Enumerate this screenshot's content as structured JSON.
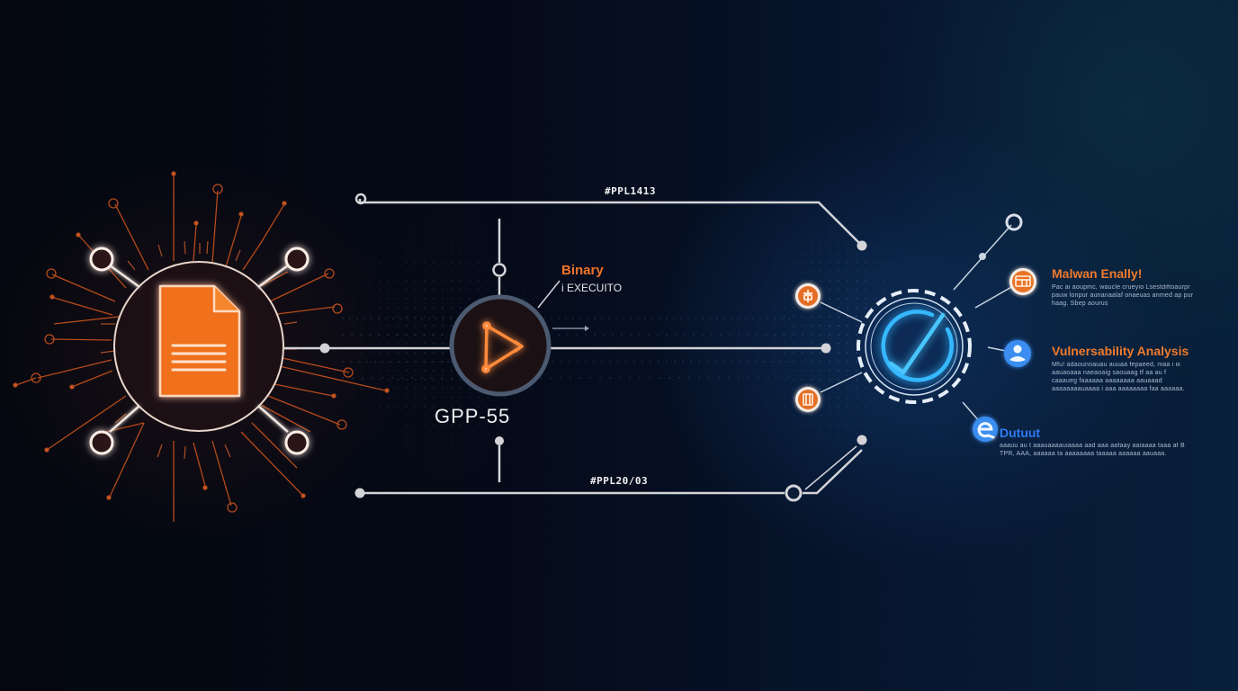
{
  "diagram": {
    "colors": {
      "background": "#050a18",
      "accent_orange": "#f07424",
      "accent_blue": "#2f9cff",
      "line": "#d6d6da"
    },
    "nodes": {
      "input": {
        "icon": "document-icon",
        "shape": "circle"
      },
      "process": {
        "icon": "play-triangle-icon",
        "name": "GPP-55",
        "label": "Binary",
        "sublabel": "i EXECUITO"
      },
      "result": {
        "icon": "checkmark-icon",
        "shape": "dashed-ring"
      }
    },
    "connectors": {
      "top_tag": "#PPL1413",
      "bottom_tag": "#PPL20/03"
    },
    "outputs": [
      {
        "title": "Malwan Enally!",
        "icon": "grid-box-icon",
        "color": "#ef7a2c",
        "description": "Pac ai aoupmc, waucle crueyio Lsestdiftoaurpr pauw lonpur aunanaalaf onaeuas anmed ap pur haag. Sbep aourus"
      },
      {
        "title": "Vulnersability Analysis",
        "icon": "user-icon",
        "color": "#ef7a2c",
        "description": "Mfu! adaounoauau auuaa fepaeed, maa i iii aauaoaaa naeaoaig saouaag tf aa au f caaaueg faaaaaa aaaaaaaa aauaaad aaaaaaaauaaaa i aaa aaaaaaaa faa aaaaaa."
      },
      {
        "title": "Dutuut",
        "icon": "refresh-e-icon",
        "color": "#2f7cf2",
        "description": "aaauu au t aaauaaaauiaaaa aad aaa aafaay aaiaaaa taaa af B TPR, AAA, aaaaaa ta aaaaaaaa taaaaa aaaaaa aauaaa."
      }
    ],
    "side_badges": [
      {
        "icon": "plug-icon",
        "color": "#ef7a2c"
      },
      {
        "icon": "chip-icon",
        "color": "#ef7a2c"
      }
    ]
  }
}
